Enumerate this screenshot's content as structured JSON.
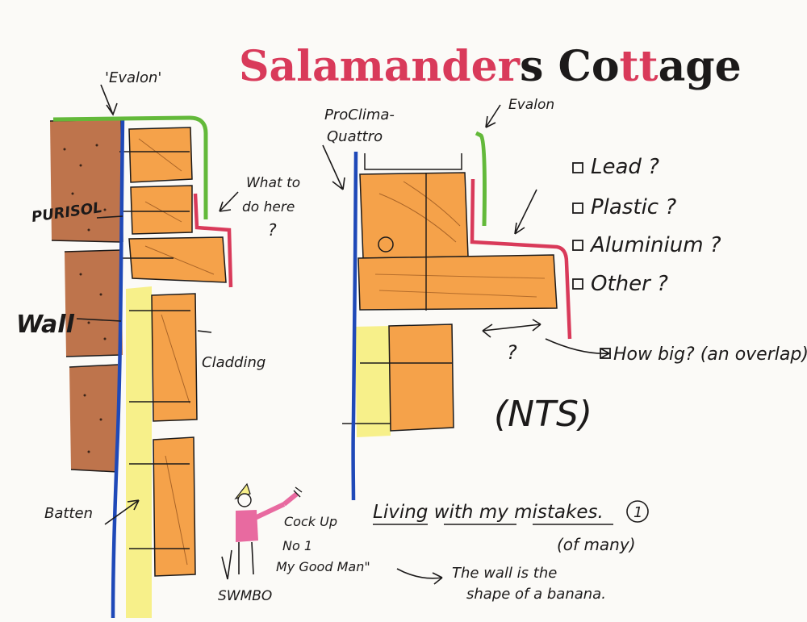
{
  "title": {
    "part1": "Salamander",
    "part2": "s ",
    "part3": "Co",
    "part4": "tt",
    "part5": "age"
  },
  "labels": {
    "evalon_left": "'Evalon'",
    "purisol": "PURISOL",
    "wall": "Wall",
    "what_to": "What to",
    "do_here": "do here",
    "q_mark": "?",
    "cladding": "Cladding",
    "batten": "Batten",
    "proclima_1": "ProClima-",
    "proclima_2": "Quattro",
    "evalon_right": "Evalon",
    "how_big": "How big? (an overlap)",
    "nts": "(NTS)",
    "living": "Living with my mistakes.",
    "living_num": "1",
    "of_many": "(of many)",
    "cock_up": "Cock Up",
    "no_1": "No 1",
    "good_man": "My Good Man\"",
    "swmbo": "SWMBO",
    "banana_1": "The wall is the",
    "banana_2": "shape of a banana."
  },
  "options": [
    {
      "label": "Lead ?"
    },
    {
      "label": "Plastic ?"
    },
    {
      "label": "Aluminium ?"
    },
    {
      "label": "Other ?"
    }
  ],
  "colors": {
    "brick": "#b8683d",
    "timber": "#f5a24a",
    "batten_yellow": "#f7f08a",
    "blue_membrane": "#1f49b8",
    "green_evalon": "#63b93a",
    "red_flashing": "#d93a5a",
    "ink": "#1c1a1a",
    "figure_pink": "#e86aa0"
  }
}
